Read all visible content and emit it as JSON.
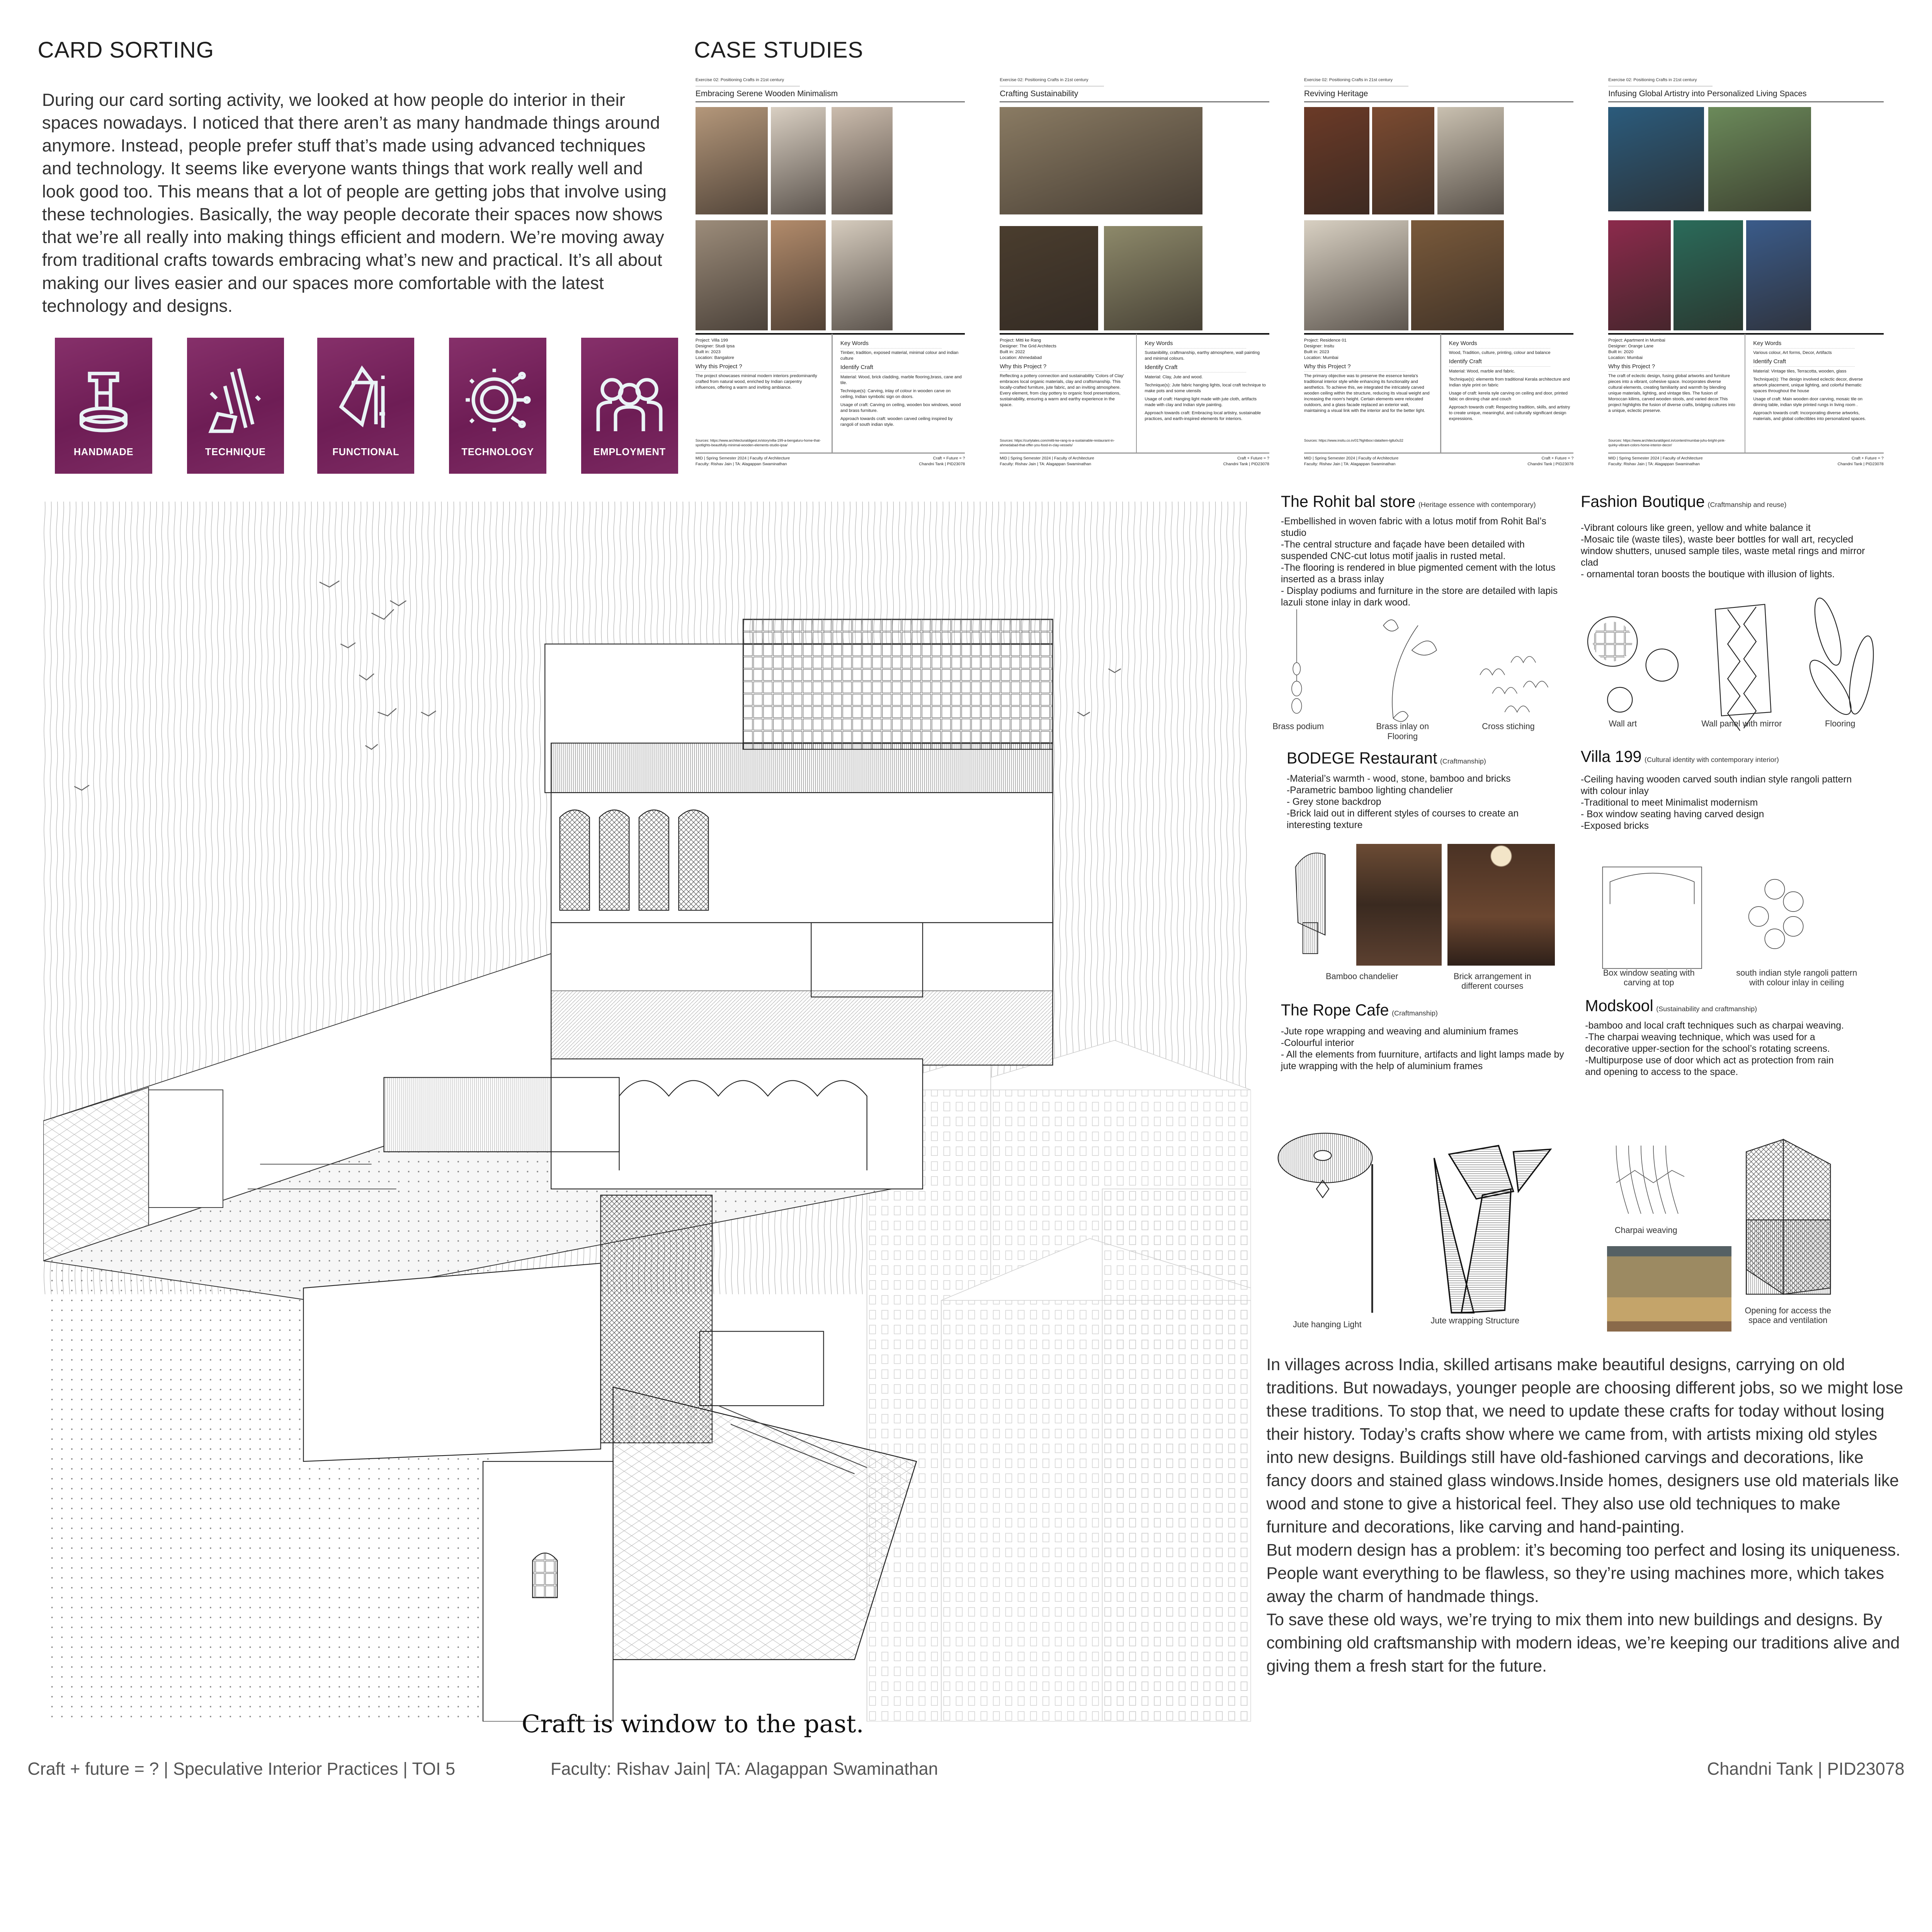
{
  "card_sorting": {
    "title": "CARD SORTING",
    "paragraph": "During our card sorting activity, we looked at how people do interior  in their spaces nowadays. I noticed that there aren’t as many handmade things around anymore. Instead, people prefer stuff that’s made using advanced techniques and technology. It seems like everyone wants things that work really well and look good too. This means that a lot of people are getting jobs that involve using these technologies. Basically, the way people decorate their spaces now shows that we’re all really into making things efficient and modern. We’re moving away from traditional crafts towards embracing what’s new and practical. It’s all about making our lives easier and our spaces more comfortable with the latest technology and designs.",
    "cards": [
      {
        "label": "HANDMADE",
        "icon": "potters-wheel-icon"
      },
      {
        "label": "TECHNIQUE",
        "icon": "hand-tools-icon"
      },
      {
        "label": "FUNCTIONAL",
        "icon": "pouring-bucket-icon"
      },
      {
        "label": "TECHNOLOGY",
        "icon": "gear-globe-icon"
      },
      {
        "label": "EMPLOYMENT",
        "icon": "people-group-icon"
      }
    ],
    "card_color": "#7a2560"
  },
  "case_studies": {
    "title": "CASE STUDIES",
    "panels": [
      {
        "header": "Exercise 02: Positioning Crafts in 21st century",
        "title": "Embracing Serene Wooden Minimalism",
        "project": "Project: Villa 199",
        "designer": "Designer: Studi Ipsa",
        "built": "Built in: 2023",
        "location": "Location: Bangalore",
        "why_heading": "Why this Project ?",
        "why_text": "The project showcases minimal modern interiors predominantly crafted from natural wood, enriched by Indian carpentry influences, offering a warm and inviting ambiance.",
        "sources": "Sources: https://www.architecturaldigest.in/story/villa-199-a-bengaluru-home-that-spotlights-beautifully-minimal-wooden-elements-studio-ipsa/",
        "keywords_heading": "Key Words",
        "keywords": "Timber, tradition, exposed material, minimal colour and indian culture",
        "craft_heading": "Identify Craft",
        "material": "Material: Wood, brick cladding, marble flooring,brass, cane and tile.",
        "technique": "Technique(s): Carving, inlay of colour in wooden carve on ceiling, Indian symbolic sign on doors.",
        "usage": "Usage of craft: Carving on ceiling, wooden box windows, wood and brass furniture.",
        "approach": "Approach towards craft: wooden carved ceiling inspired by rangoli of south indian style.",
        "footer_left_1": "MID | Spring Semester 2024 | Faculty of Architecture",
        "footer_left_2": "Faculty: Rishav Jain | TA: Alagappan Swaminathan",
        "footer_right_1": "Craft + Future = ?",
        "footer_right_2": "Chandni Tank | PID23078",
        "image_colors": [
          "#b4977a",
          "#d9cfc2",
          "#cbbcad",
          "#9c8c7a",
          "#b28b6b",
          "#d6ccbe"
        ]
      },
      {
        "header": "Exercise 02: Positioning Crafts in 21st century",
        "title": "Crafting Sustainability",
        "project": "Project: Mitti ke Rang",
        "designer": "Designer: The Grid Architects",
        "built": "Built in: 2022",
        "location": "Location: Ahmedabad",
        "why_heading": "Why this Project ?",
        "why_text": "Reflecting a pottery connection and sustainability 'Colors of Clay' embraces local organic materials, clay and craftsmanship. This locally-crafted furniture, jute fabric, and an inviting atmosphere. Every element, from clay pottery to organic food presentations, sustainability, ensuring a warm and earthy experience in the space.",
        "sources": "Sources: https://curlytales.com/mitti-ke-rang-is-a-sustainable-restaurant-in-ahmedabad-that-offer-you-food-in-clay-vessels/",
        "keywords_heading": "Key Words",
        "keywords": "Sustanibility, craftmanship, earthy atmosphere, wall painting and minimal colours.",
        "craft_heading": "Identify Craft",
        "material": "Material: Clay, Jute and wood.",
        "technique": "Technique(s): Jute fabric hanging lights, local craft technique to make pots and some utensils",
        "usage": "Usage of craft: Hanging light made with jute cloth, artifacts made with clay and Indian style painting.",
        "approach": "Approach towards craft: Embracing local artistry, sustainable practices, and earth-inspired elements for interiors.",
        "footer_left_1": "MID | Spring Semester 2024 | Faculty of Architecture",
        "footer_left_2": "Faculty: Rishav Jain | TA: Alagappan Swaminathan",
        "footer_right_1": "Craft + Future = ?",
        "footer_right_2": "Chandni Tank | PID23078",
        "image_colors": [
          "#8a7b63",
          "#4a3d2e",
          "#8d896a"
        ]
      },
      {
        "header": "Exercise 02: Positioning Crafts in 21st century",
        "title": "Reviving Heritage",
        "project": "Project: Residence 01",
        "designer": "Designer: Insitu",
        "built": "Built in: 2023",
        "location": "Location: Mumbai",
        "why_heading": "Why this Project ?",
        "why_text": "The primary objective was to preserve the essence kerela's traditional interior style while enhancing its functionality and aesthetics. To achieve this, we integrated the intricately carved wooden ceiling within the structure, reducing its visual weight and increasing the room's height. Certain elements were relocated outdoors, and a glass facade replaced an exterior wall, maintaining a visual link with the interior and for the better light.",
        "sources": "Sources: https://www.insitu.co.in/01?lightbox=dataItem-lgtlu0u32",
        "keywords_heading": "Key Words",
        "keywords": "Wood, Tradition, culture, printing, colour and balance",
        "craft_heading": "Identify Craft",
        "material": "Material: Wood, marble and fabric.",
        "technique": "Technique(s): elements from traditional Kerala architecture and Indian style print on fabric",
        "usage": "Usage of craft: kerela syle carving on ceiling and door, printed fabic on dinning chair and couch",
        "approach": "Approach towards craft: Respecting tradition, skills, and artistry to create unique, meaningful, and culturally significant design expressions.",
        "footer_left_1": "MID | Spring Semester 2024 | Faculty of Architecture",
        "footer_left_2": "Faculty: Rishav Jain | TA: Alagappan Swaminathan",
        "footer_right_1": "Craft + Future = ?",
        "footer_right_2": "Chandni Tank | PID23078",
        "image_colors": [
          "#6b3a27",
          "#7c4b31",
          "#c9c0b0",
          "#d8d0c2",
          "#7a5a3b"
        ]
      },
      {
        "header": "Exercise 02: Positioning Crafts in 21st century",
        "title": "Infusing Global Artistry into Personalized Living Spaces",
        "project": "Project: Apartment in Mumbai",
        "designer": "Designer: Orange Lane",
        "built": "Built in: 2020",
        "location": "Location: Mumbai",
        "why_heading": "Why this Project ?",
        "why_text": "The craft of eclectic design, fusing global artworks and furniture pieces into a vibrant, cohesive space. Incorporates diverse cultural elements, creating familiarity and warmth by blending unique materials, lighting, and vintage tiles. The fusion of Moroccan kilims, carved wooden stools, and varied decor.This project highlights the fusion of diverse crafts, bridging cultures into a unique, eclectic preserve.",
        "sources": "Sources: https://www.architecturaldigest.in/content/mumbai-juhu-bright-pink-quirky-vibrant-colors-home-interior-decor/",
        "keywords_heading": "Key Words",
        "keywords": "Various colour, Art forms,  Decor, Artifacts",
        "craft_heading": "Identify Craft",
        "material": "Material: Vintage tiles, Terracotta, wooden, glass",
        "technique": "Technique(s): The design involved eclectic decor, diverse artwork placement, unique lighting, and colorful thematic spaces throughout the house",
        "usage": "Usage of craft: Main wooden door carving, mosaic tile on dinning table, indian style printed rungs in living room .",
        "approach": "Approach towards craft: Incorporating diverse artworks, materials, and global collectibles into personalized spaces.",
        "footer_left_1": "MID | Spring Semester 2024 | Faculty of Architecture",
        "footer_left_2": "Faculty: Rishav Jain | TA: Alagappan Swaminathan",
        "footer_right_1": "Craft + Future = ?",
        "footer_right_2": "Chandni Tank | PID23078",
        "image_colors": [
          "#2b5b7c",
          "#6b8a5a",
          "#8c2a4c",
          "#2a6b5a",
          "#3a5b8a"
        ]
      }
    ]
  },
  "references": {
    "rohit_bal": {
      "title": "The Rohit bal store",
      "subtitle": "(Heritage essence with contemporary)",
      "bullets": [
        "-Embellished in woven fabric with a lotus motif from Rohit Bal’s studio",
        "-The central structure and façade have been detailed with suspended CNC-cut lotus motif jaalis in rusted metal.",
        "-The flooring is rendered in blue pigmented cement with the lotus inserted as a brass inlay",
        "- Display podiums and furniture in the store are detailed with lapis lazuli stone inlay in dark wood."
      ],
      "captions": [
        "Brass podium",
        "Brass inlay on Flooring",
        "Cross stiching"
      ]
    },
    "fashion_boutique": {
      "title": "Fashion Boutique",
      "subtitle": "(Craftmanship and reuse)",
      "bullets": [
        "-Vibrant colours like green, yellow and white balance it",
        "-Mosaic tile (waste tiles), waste beer bottles for wall art, recycled window shutters, unused sample tiles, waste metal rings and mirror clad",
        "- ornamental toran boosts the boutique with illusion of lights."
      ],
      "captions": [
        "Wall art",
        "Wall panel with mirror",
        "Flooring"
      ]
    },
    "bodege": {
      "title": "BODEGE Restaurant",
      "subtitle": "(Craftmanship)",
      "bullets": [
        "-Material’s warmth - wood, stone, bamboo and bricks",
        "-Parametric bamboo lighting chandelier",
        "- Grey stone backdrop",
        "-Brick laid out in different styles of courses to create an interesting texture"
      ],
      "captions": [
        "Bamboo chandelier",
        "Brick arrangement in different courses"
      ]
    },
    "villa_199": {
      "title": "Villa 199",
      "subtitle": "(Cultural identity with contemporary interior)",
      "bullets": [
        "-Ceiling having wooden carved south indian style rangoli pattern with colour inlay",
        "-Traditional to meet Minimalist modernism",
        "- Box window seating having carved design",
        "-Exposed bricks"
      ],
      "captions": [
        "Box window seating with carving at top",
        "south indian style rangoli pattern with colour inlay in ceiling"
      ]
    },
    "rope_cafe": {
      "title": "The Rope Cafe",
      "subtitle": "(Craftmanship)",
      "bullets": [
        "-Jute rope wrapping and weaving and aluminium frames",
        "-Colourful interior",
        "- All the elements from fuurniture, artifacts and light lamps made by jute wrapping with the help of aluminium frames"
      ],
      "captions": [
        "Jute hanging Light",
        "Jute wrapping Structure"
      ]
    },
    "modskool": {
      "title": "Modskool",
      "subtitle": "(Sustainability and craftmanship)",
      "bullets": [
        "-bamboo and local craft techniques such as charpai weaving.",
        "-The charpai weaving technique, which was used for a decorative upper-section for the school’s rotating screens.",
        "-Multipurpose use of door which act as protection from rain and opening to access to the space."
      ],
      "captions": [
        "Charpai weaving",
        "Opening for access the space and ventilation"
      ]
    }
  },
  "essay": [
    "In villages across India, skilled artisans make beautiful designs, carrying on old traditions. But nowadays, younger people are choosing different jobs, so we might lose these traditions. To stop that, we need to update these crafts for today without losing their history. Today’s crafts show where we came from, with artists mixing old styles into new designs. Buildings still have old-fashioned carvings and decorations, like fancy doors and stained glass windows.Inside homes, designers use old materials like wood and stone to give a historical feel. They also use old techniques to make furniture and decorations, like carving and hand-painting.",
    "But modern design has a problem: it’s becoming too perfect and losing its uniqueness. People want everything to be flawless, so they’re using machines more, which takes away the charm of handmade things.",
    "To save these old ways, we’re trying to mix them into new buildings and designs. By combining old craftsmanship with modern ideas, we’re keeping our traditions alive and giving them a fresh start for the future."
  ],
  "drawing_caption": "Craft is window to the past.",
  "footer": {
    "course": "Craft + future = ? | Speculative Interior Practices | TOI 5",
    "faculty": "Faculty: Rishav Jain| TA: Alagappan Swaminathan",
    "author": "Chandni Tank | PID23078"
  }
}
